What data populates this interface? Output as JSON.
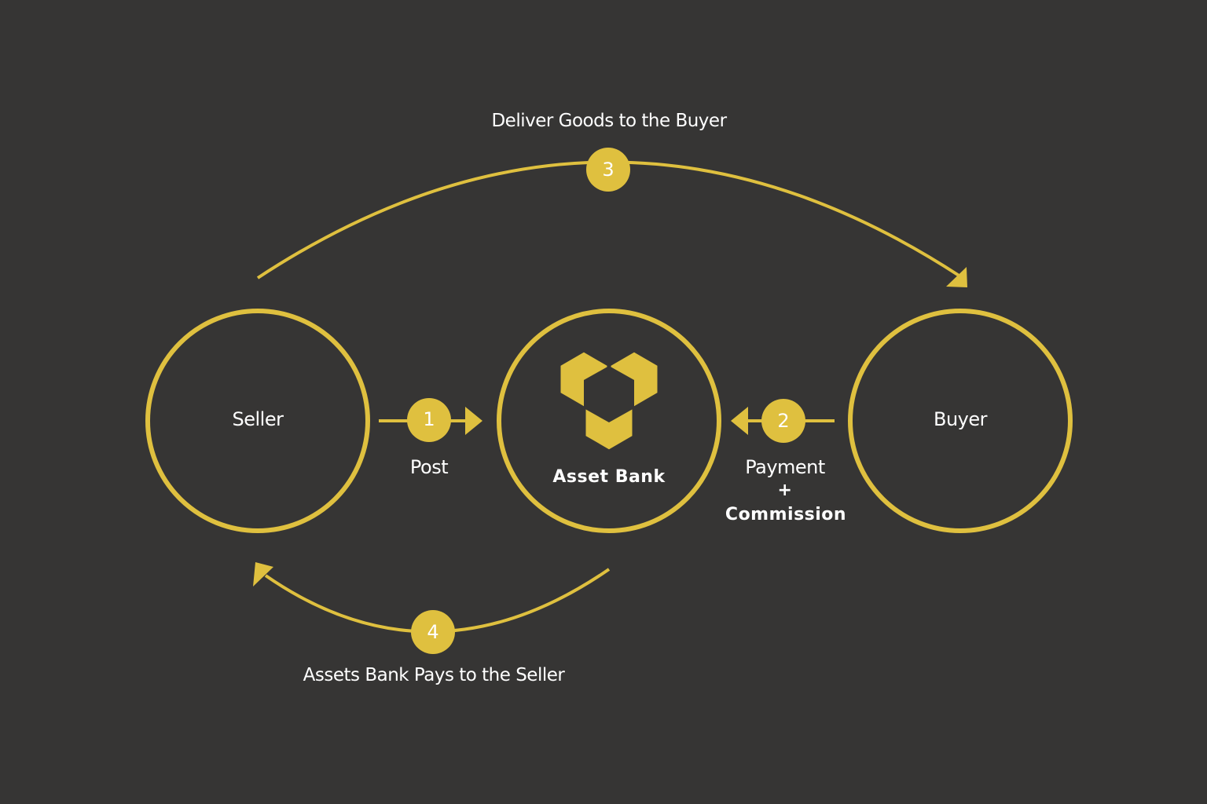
{
  "colors": {
    "accent": "#dfc03f",
    "background": "#363534",
    "text": "#ffffff"
  },
  "nodes": {
    "seller": "Seller",
    "asset_bank": "Asset Bank",
    "buyer": "Buyer"
  },
  "steps": [
    {
      "number": "1",
      "label": "Post"
    },
    {
      "number": "2",
      "label_line1": "Payment",
      "label_line2": "+",
      "label_line3": "Commission"
    },
    {
      "number": "3",
      "label": "Deliver Goods to the Buyer"
    },
    {
      "number": "4",
      "label": "Assets Bank Pays to the Seller"
    }
  ],
  "logo": {
    "icon": "hexagon-cluster-icon"
  }
}
